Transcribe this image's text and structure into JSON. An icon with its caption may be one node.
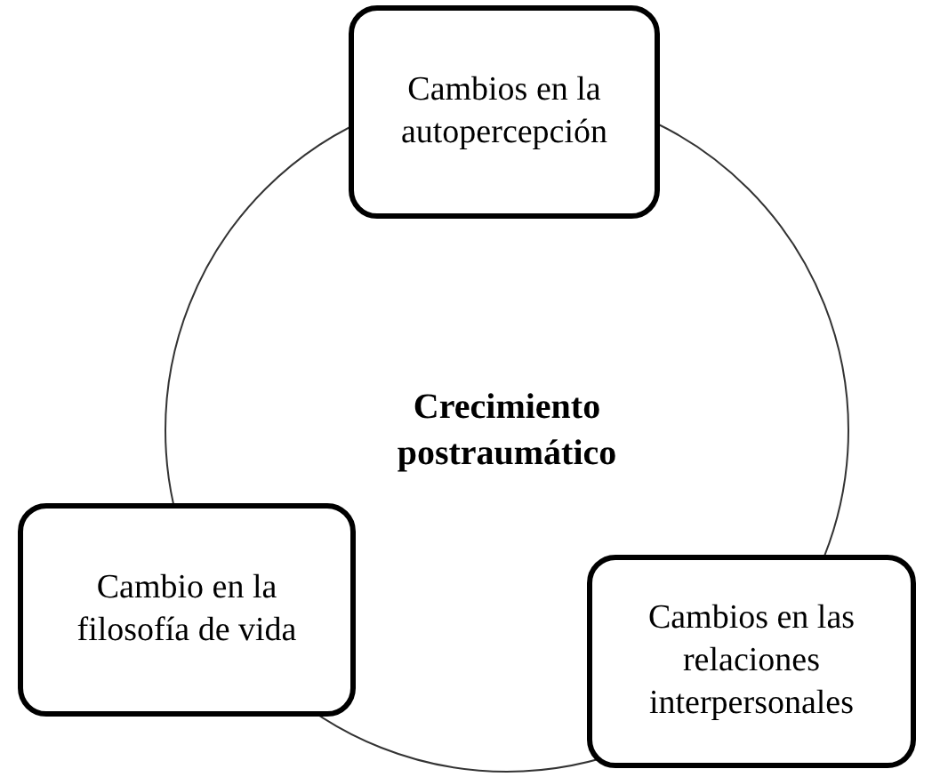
{
  "diagram": {
    "nodes": [
      {
        "text": [
          "Cambios en la autopercepción"
        ]
      },
      {
        "text": [
          "Crecimiento postraumático"
        ]
      },
      {
        "text": [
          "Cambio en la filosofía de vida"
        ]
      },
      {
        "text": [
          "Cambios en las relaciones interpersonales"
        ]
      }
    ]
  }
}
